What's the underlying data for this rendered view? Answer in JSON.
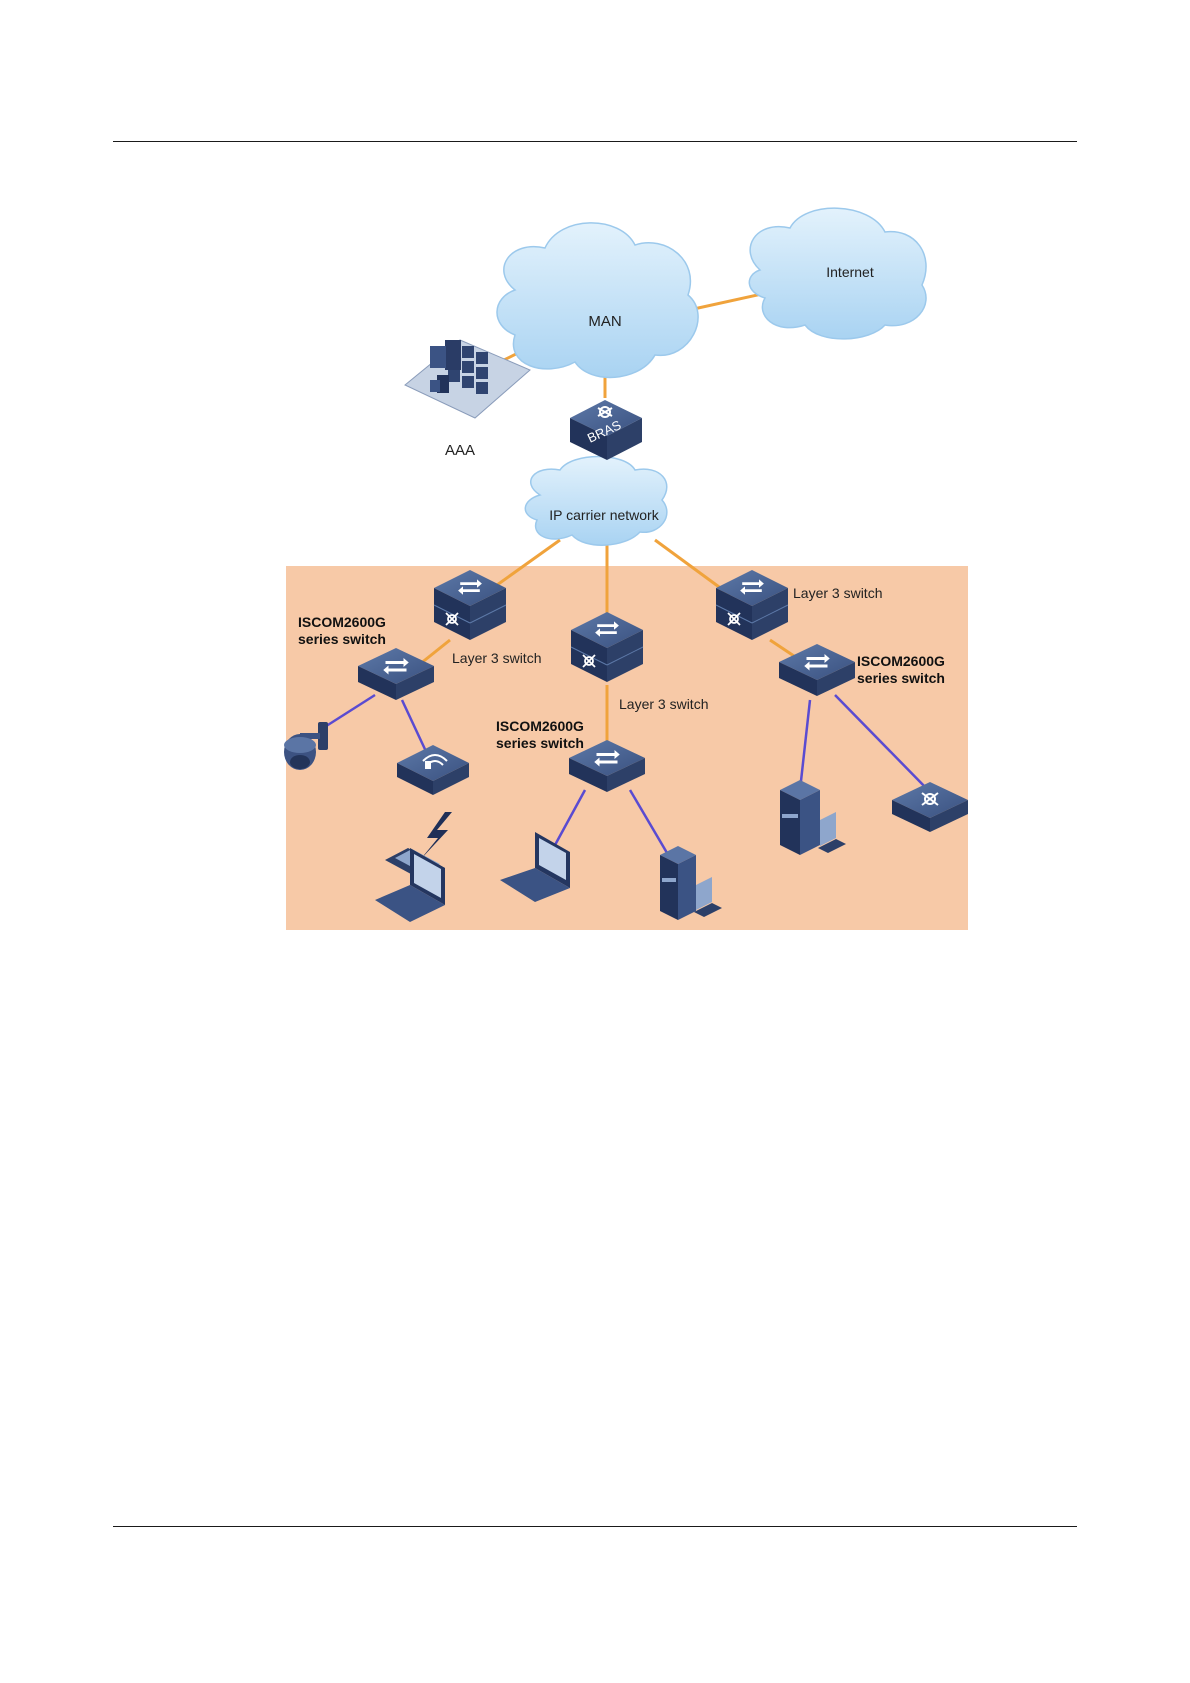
{
  "colors": {
    "page": "#ffffff",
    "access_area": "#f6c7a5",
    "cloud_fill": "#bfe0f7",
    "wan_link": "#f2a33a",
    "access_link": "#5a4bd1",
    "device_dark": "#2c3f68",
    "device_light": "#4d6794"
  },
  "clouds": {
    "man": "MAN",
    "internet": "Internet",
    "ip_carrier": "IP carrier network"
  },
  "aaa_label": "AAA",
  "bras_label": "BRAS",
  "layer3": {
    "left": "Layer 3 switch",
    "center": "Layer 3 switch",
    "right": "Layer 3 switch"
  },
  "access_switch": {
    "left_line1": "ISCOM2600G",
    "left_line2": "series switch",
    "center_line1": "ISCOM2600G",
    "center_line2": "series switch",
    "right_line1": "ISCOM2600G",
    "right_line2": "series switch"
  }
}
